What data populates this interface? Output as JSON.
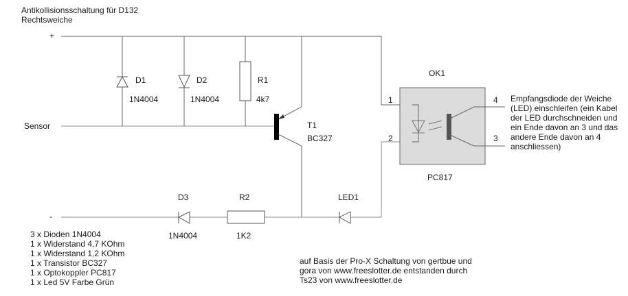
{
  "title": {
    "line1": "Antikollisionsschaltung für D132",
    "line2": "Rechtsweiche"
  },
  "rails": {
    "plus": "+",
    "minus": "-",
    "sensor": "Sensor"
  },
  "components": {
    "d1": {
      "name": "D1",
      "value": "1N4004"
    },
    "d2": {
      "name": "D2",
      "value": "1N4004"
    },
    "r1": {
      "name": "R1",
      "value": "4k7"
    },
    "t1": {
      "name": "T1",
      "value": "BC327"
    },
    "d3": {
      "name": "D3",
      "value": "1N4004"
    },
    "r2": {
      "name": "R2",
      "value": "1K2"
    },
    "led1": {
      "name": "LED1"
    },
    "ok1": {
      "name": "OK1",
      "value": "PC817",
      "pins": [
        "1",
        "2",
        "3",
        "4"
      ]
    }
  },
  "note": {
    "lines": [
      "Empfangsdiode der Weiche",
      "(LED) einschleifen (ein Kabel",
      "der LED durchschneiden und",
      "ein Ende davon an 3 und das",
      "andere Ende davon an 4",
      "anschliessen)"
    ]
  },
  "parts_list": [
    "3 x Dioden 1N4004",
    "1 x Widerstand 4,7 KOhm",
    "1 x Widerstand 1,2 KOhm",
    "1 x Transistor BC327",
    "1 x Optokoppler PC817",
    "1 x Led 5V Farbe Grün"
  ],
  "credits": [
    "auf Basis der Pro-X Schaltung von gertbue und",
    "gora von www.freeslotter.de entstanden durch",
    "Ts23 von www.freeslotter.de"
  ]
}
